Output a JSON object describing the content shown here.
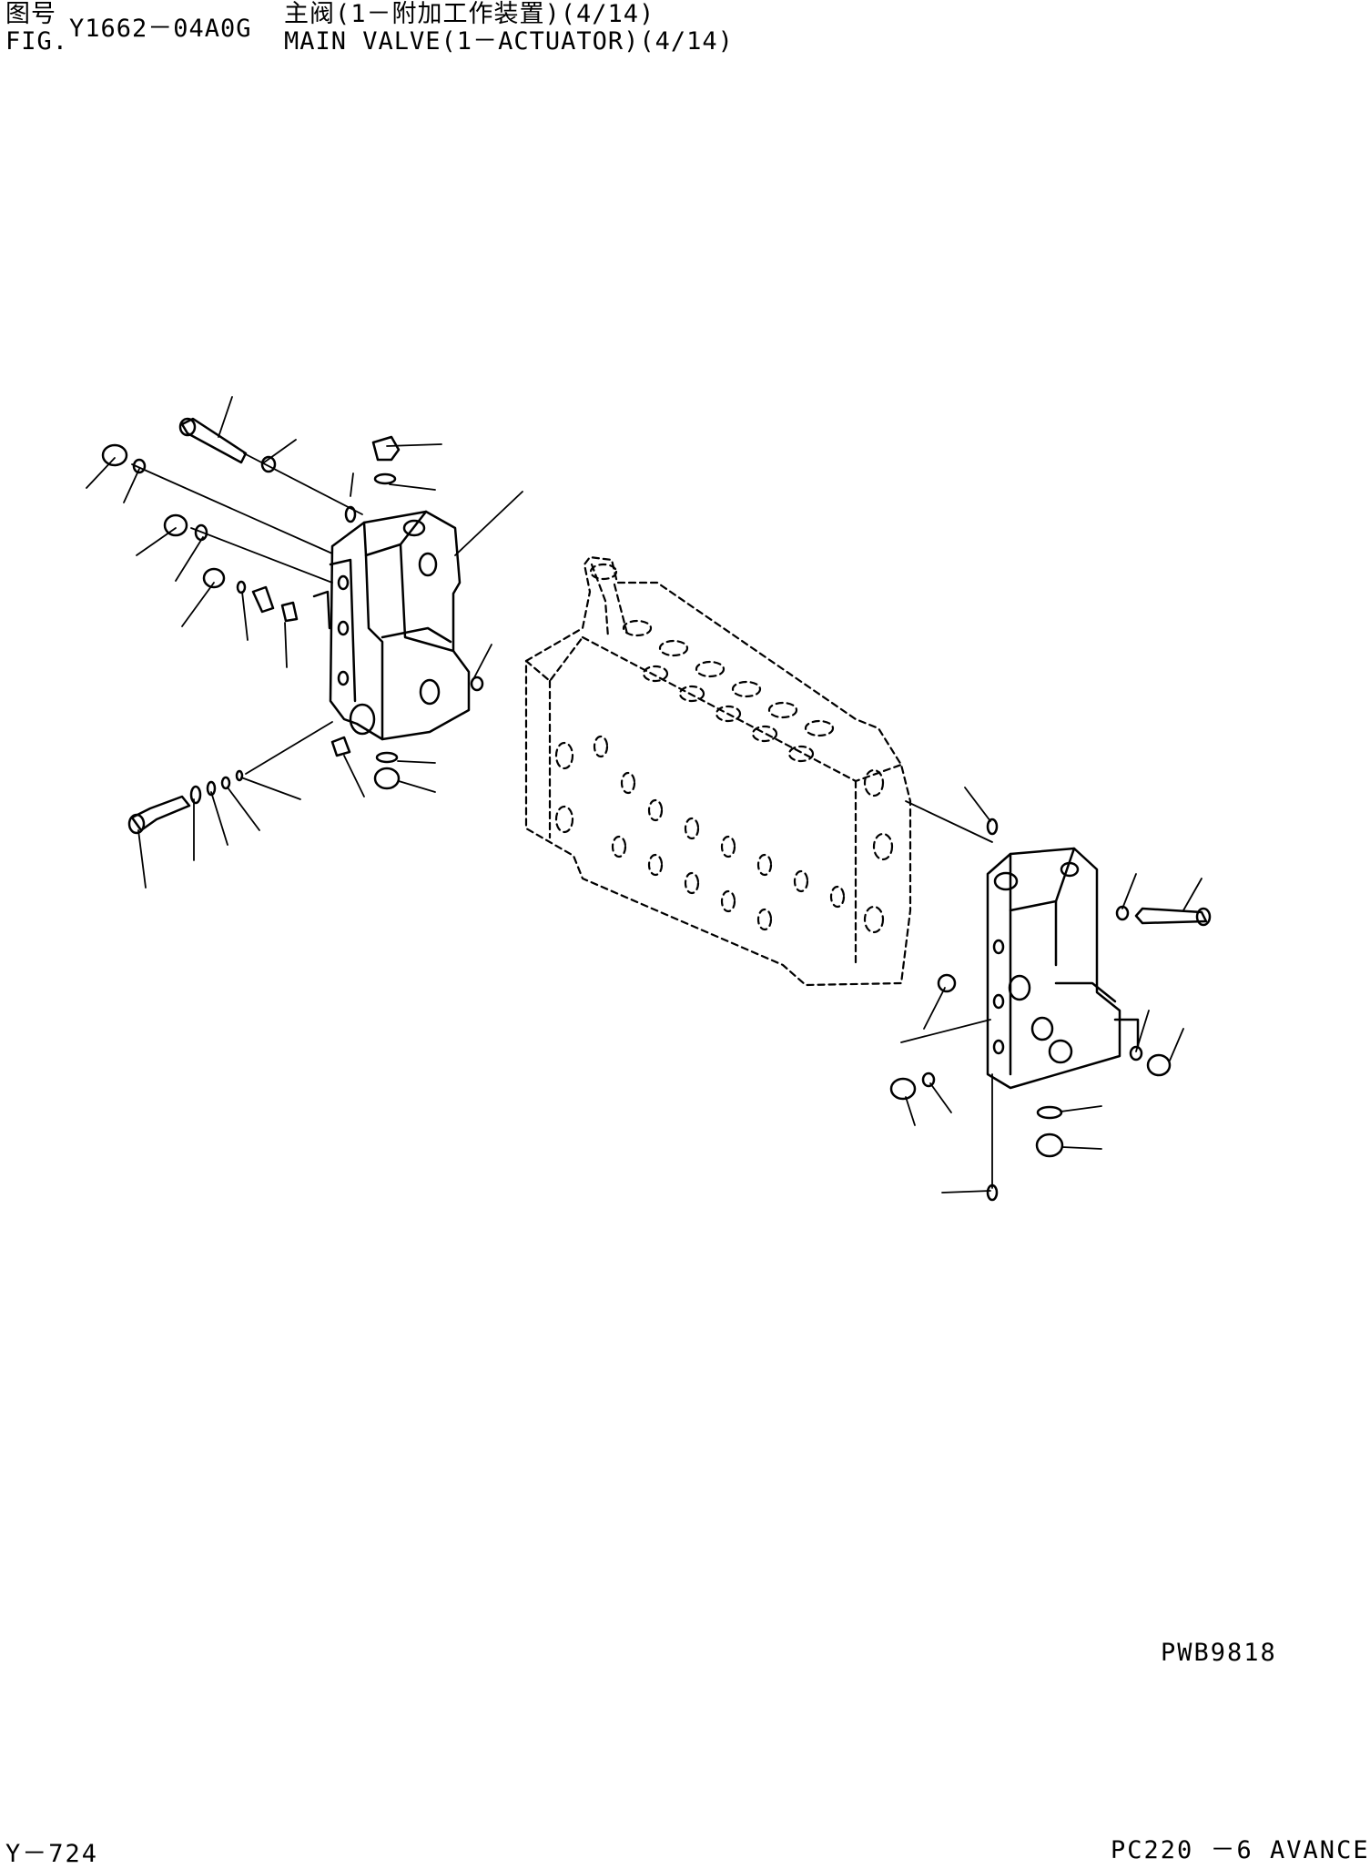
{
  "header": {
    "fig_label_cn": "图号",
    "fig_label_en": "FIG.",
    "fig_code": "Y1662－04A0G",
    "title_cn": "主阀(1－附加工作装置)(4/14)",
    "title_en": "MAIN VALVE(1－ACTUATOR)(4/14)"
  },
  "footer": {
    "drawing_ref": "PWB9818",
    "page_number": "Y－724",
    "model": "PC220 －6 AVANCE"
  }
}
